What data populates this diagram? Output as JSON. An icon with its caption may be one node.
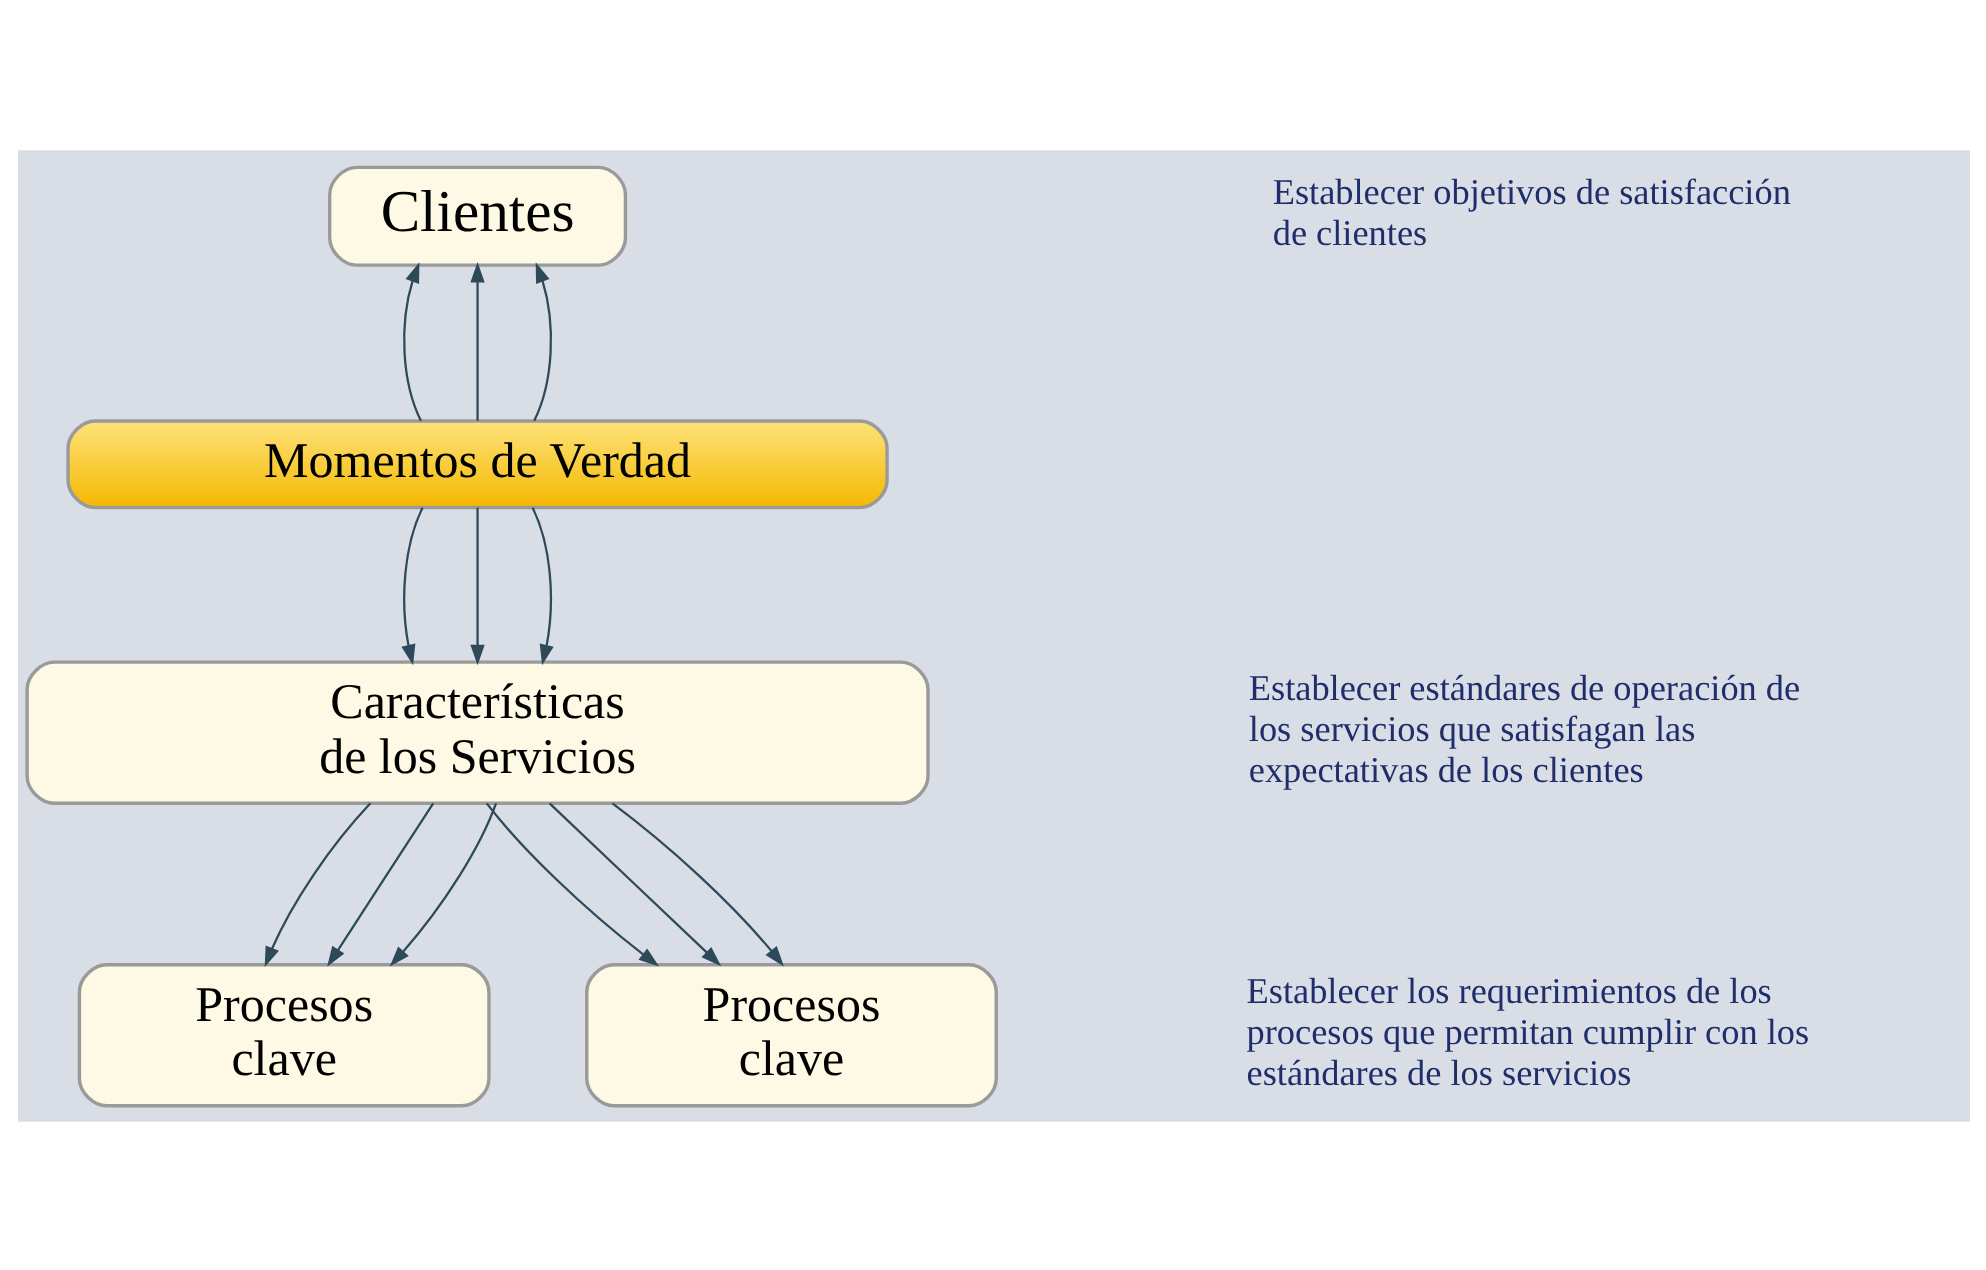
{
  "diagram": {
    "nodes": [
      {
        "text": [
          "Clientes"
        ]
      },
      {
        "text": [
          "Momentos de Verdad"
        ]
      },
      {
        "text": [
          "Características de los Servicios"
        ]
      },
      {
        "text": [
          "Procesos clave"
        ]
      },
      {
        "text": [
          "Procesos clave"
        ]
      }
    ],
    "edges": [
      {
        "from": 1,
        "to": 0,
        "arrow": "to"
      },
      {
        "from": 1,
        "to": 0,
        "arrow": "to"
      },
      {
        "from": 1,
        "to": 0,
        "arrow": "to"
      },
      {
        "from": 1,
        "to": 2,
        "arrow": "to"
      },
      {
        "from": 1,
        "to": 2,
        "arrow": "to"
      },
      {
        "from": 1,
        "to": 2,
        "arrow": "to"
      },
      {
        "from": 2,
        "to": 3,
        "arrow": "to"
      },
      {
        "from": 2,
        "to": 3,
        "arrow": "to"
      },
      {
        "from": 2,
        "to": 3,
        "arrow": "to"
      },
      {
        "from": 2,
        "to": 4,
        "arrow": "to"
      },
      {
        "from": 2,
        "to": 4,
        "arrow": "to"
      },
      {
        "from": 2,
        "to": 4,
        "arrow": "to"
      }
    ],
    "labels": [
      "Establecer objetivos de satisfacción de clientes",
      "Establecer estándares de operación de los servicios que satisfagan las expectativas de los clientes",
      "Establecer los requerimientos de los procesos que permitan cumplir con los estándares de los servicios"
    ]
  }
}
